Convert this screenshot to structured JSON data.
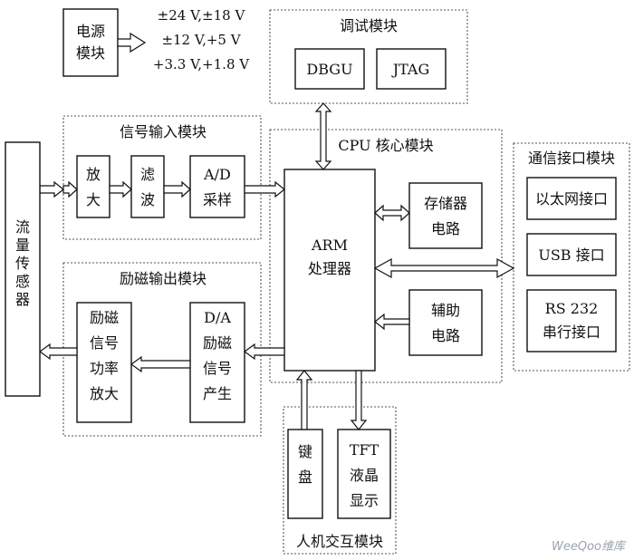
{
  "power": {
    "label_lines": [
      "电源",
      "模块"
    ],
    "voltage_lines": [
      "±24 V,±18 V",
      "±12 V,+5 V",
      "+3.3 V,+1.8 V"
    ]
  },
  "debug": {
    "title": "调试模块",
    "items": [
      "DBGU",
      "JTAG"
    ]
  },
  "signal_input": {
    "title": "信号输入模块",
    "amp": [
      "放",
      "大"
    ],
    "filter": [
      "滤",
      "波"
    ],
    "ad": [
      "A/D",
      "采样"
    ]
  },
  "cpu": {
    "title": "CPU 核心模块",
    "arm": [
      "ARM",
      "处理器"
    ],
    "storage": [
      "存储器",
      "电路"
    ],
    "aux": [
      "辅助",
      "电路"
    ]
  },
  "comm": {
    "title": "通信接口模块",
    "ethernet": "以太网接口",
    "usb": "USB 接口",
    "rs232": [
      "RS 232",
      "串行接口"
    ]
  },
  "excitation": {
    "title": "励磁输出模块",
    "amp": [
      "励磁",
      "信号",
      "功率",
      "放大"
    ],
    "da": [
      "D/A",
      "励磁",
      "信号",
      "产生"
    ]
  },
  "sensor": {
    "label": [
      "流",
      "量",
      "传",
      "感",
      "器"
    ]
  },
  "hmi": {
    "title": "人机交互模块",
    "keyboard": [
      "键",
      "盘"
    ],
    "display": [
      "TFT",
      "液晶",
      "显示"
    ]
  },
  "watermark": "WeeQoo维库"
}
